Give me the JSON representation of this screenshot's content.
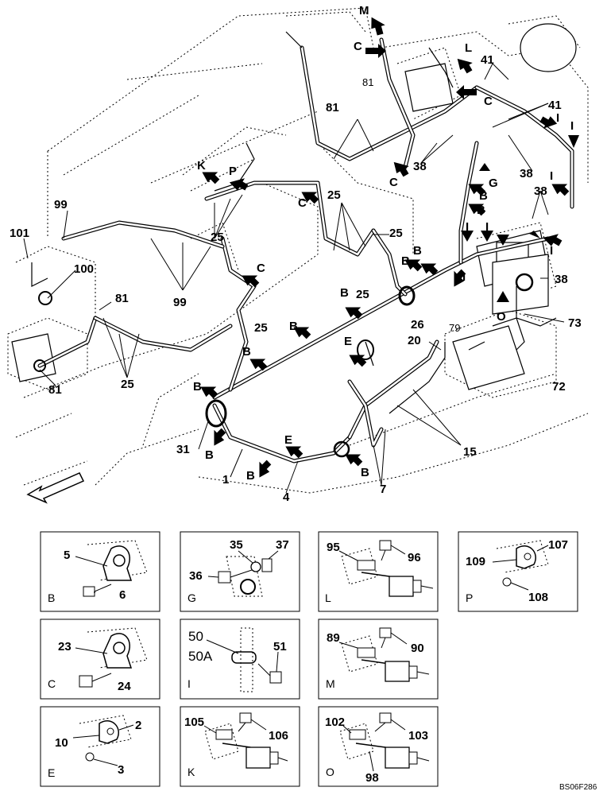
{
  "drawing_code": "BS06F286",
  "main_labels": [
    {
      "text": "M"
    },
    {
      "text": "C"
    },
    {
      "text": "81"
    },
    {
      "text": "L"
    },
    {
      "text": "41"
    },
    {
      "text": "41"
    },
    {
      "text": "C"
    },
    {
      "text": "81"
    },
    {
      "text": "I"
    },
    {
      "text": "I"
    },
    {
      "text": "38"
    },
    {
      "text": "38"
    },
    {
      "text": "G"
    },
    {
      "text": "C"
    },
    {
      "text": "B"
    },
    {
      "text": "B"
    },
    {
      "text": "38"
    },
    {
      "text": "I"
    },
    {
      "text": "I"
    },
    {
      "text": "I"
    },
    {
      "text": "K"
    },
    {
      "text": "P"
    },
    {
      "text": "25"
    },
    {
      "text": "C"
    },
    {
      "text": "99"
    },
    {
      "text": "101"
    },
    {
      "text": "100"
    },
    {
      "text": "25"
    },
    {
      "text": "25"
    },
    {
      "text": "B"
    },
    {
      "text": "B"
    },
    {
      "text": "I"
    },
    {
      "text": "I"
    },
    {
      "text": "38"
    },
    {
      "text": "C"
    },
    {
      "text": "99"
    },
    {
      "text": "81"
    },
    {
      "text": "B"
    },
    {
      "text": "25"
    },
    {
      "text": "26"
    },
    {
      "text": "79"
    },
    {
      "text": "O"
    },
    {
      "text": "73"
    },
    {
      "text": "25"
    },
    {
      "text": "B"
    },
    {
      "text": "81"
    },
    {
      "text": "25"
    },
    {
      "text": "20"
    },
    {
      "text": "E"
    },
    {
      "text": "B"
    },
    {
      "text": "72"
    },
    {
      "text": "B"
    },
    {
      "text": "31"
    },
    {
      "text": "B"
    },
    {
      "text": "E"
    },
    {
      "text": "1"
    },
    {
      "text": "B"
    },
    {
      "text": "4"
    },
    {
      "text": "B"
    },
    {
      "text": "7"
    },
    {
      "text": "15"
    }
  ],
  "details": [
    {
      "title": "B",
      "parts": [
        "5",
        "6"
      ]
    },
    {
      "title": "G",
      "parts": [
        "35",
        "37",
        "36"
      ]
    },
    {
      "title": "L",
      "parts": [
        "95",
        "96"
      ]
    },
    {
      "title": "P",
      "parts": [
        "107",
        "109",
        "108"
      ]
    },
    {
      "title": "C",
      "parts": [
        "23",
        "24"
      ]
    },
    {
      "title": "I",
      "parts": [
        "50",
        "50A",
        "51"
      ]
    },
    {
      "title": "M",
      "parts": [
        "89",
        "90"
      ]
    },
    {
      "title": "E",
      "parts": [
        "2",
        "10",
        "3"
      ]
    },
    {
      "title": "K",
      "parts": [
        "105",
        "106"
      ]
    },
    {
      "title": "O",
      "parts": [
        "102",
        "103",
        "98"
      ]
    }
  ]
}
